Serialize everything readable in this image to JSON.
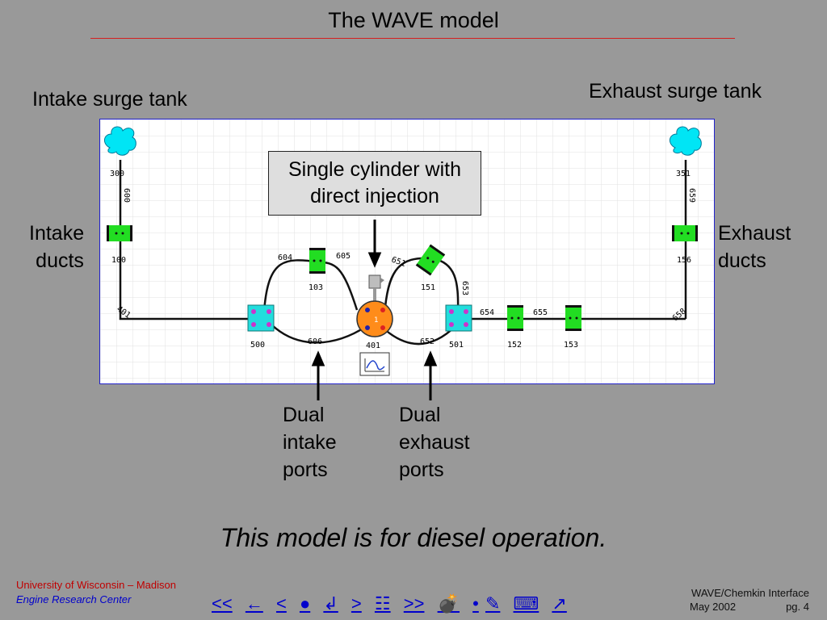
{
  "title": "The WAVE model",
  "labels": {
    "intake_surge_tank": "Intake surge tank",
    "exhaust_surge_tank": "Exhaust surge tank",
    "intake_ducts_1": "Intake",
    "intake_ducts_2": "ducts",
    "exhaust_ducts_1": "Exhaust",
    "exhaust_ducts_2": "ducts",
    "callout_1": "Single cylinder with",
    "callout_2": "direct injection",
    "dual_intake_1": "Dual",
    "dual_intake_2": "intake",
    "dual_intake_3": "ports",
    "dual_exhaust_1": "Dual",
    "dual_exhaust_2": "exhaust",
    "dual_exhaust_3": "ports"
  },
  "diagram": {
    "nodes": {
      "intake_tank": "300",
      "exhaust_tank": "351",
      "duct_100": "100",
      "duct_156": "156",
      "junction_500": "500",
      "junction_501": "501",
      "duct_103": "103",
      "duct_151": "151",
      "duct_152": "152",
      "duct_153": "153",
      "cylinder": "401"
    },
    "pipes": {
      "p600": "600",
      "p659": "659",
      "p401": "401",
      "p604": "604",
      "p605": "605",
      "p606": "606",
      "p651": "651",
      "p652": "652",
      "p653": "653",
      "p654": "654",
      "p655": "655",
      "p658": "658"
    },
    "colors": {
      "tank": "#00e5f5",
      "duct": "#22dd22",
      "junction": "#22dddd",
      "cylinder": "#ff8c1a"
    }
  },
  "caption": "This model is for diesel operation.",
  "footer": {
    "university": "University of Wisconsin – Madison",
    "center": "Engine Research Center",
    "doc": "WAVE/Chemkin Interface",
    "date": "May 2002",
    "page": "pg. 4"
  },
  "nav": {
    "first": "<<",
    "back": "←",
    "prev": "<",
    "dot": "●",
    "return": "↲",
    "next": ">",
    "index": "☷",
    "last": ">>",
    "bomb": "💣",
    "bullet": "•",
    "pencil": "✎",
    "keyboard": "⌨",
    "exit": "↗"
  }
}
